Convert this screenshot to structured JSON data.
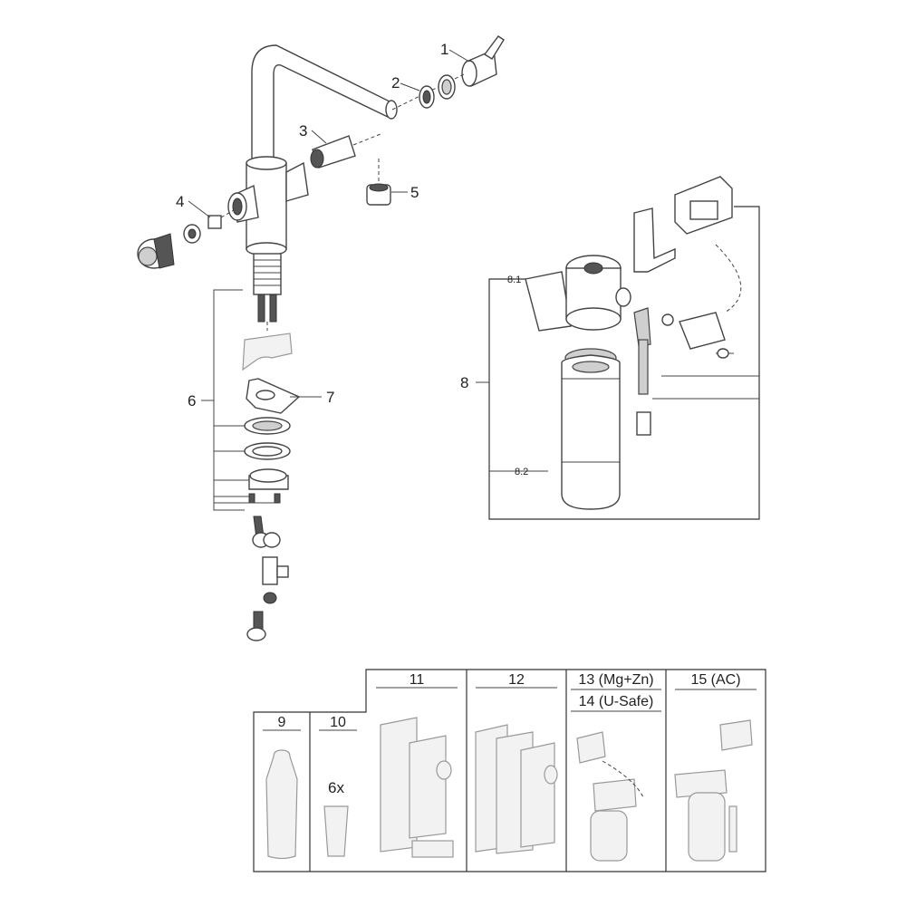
{
  "callouts": {
    "p1": "1",
    "p2": "2",
    "p3": "3",
    "p4": "4",
    "p5": "5",
    "p6": "6",
    "p7": "7",
    "p8": "8",
    "p8_1": "8.1",
    "p8_2": "8.2"
  },
  "accessories": {
    "c9": {
      "header": "9"
    },
    "c10": {
      "header": "10",
      "quantity": "6x"
    },
    "c11": {
      "header": "11"
    },
    "c12": {
      "header": "12"
    },
    "c13": {
      "header_a": "13 (Mg+Zn)",
      "header_b": "14 (U-Safe)"
    },
    "c15": {
      "header": "15 (AC)"
    }
  },
  "colors": {
    "line": "#444444",
    "fill_grey": "#cfcfcf",
    "ghost": "#f2f2f2"
  }
}
